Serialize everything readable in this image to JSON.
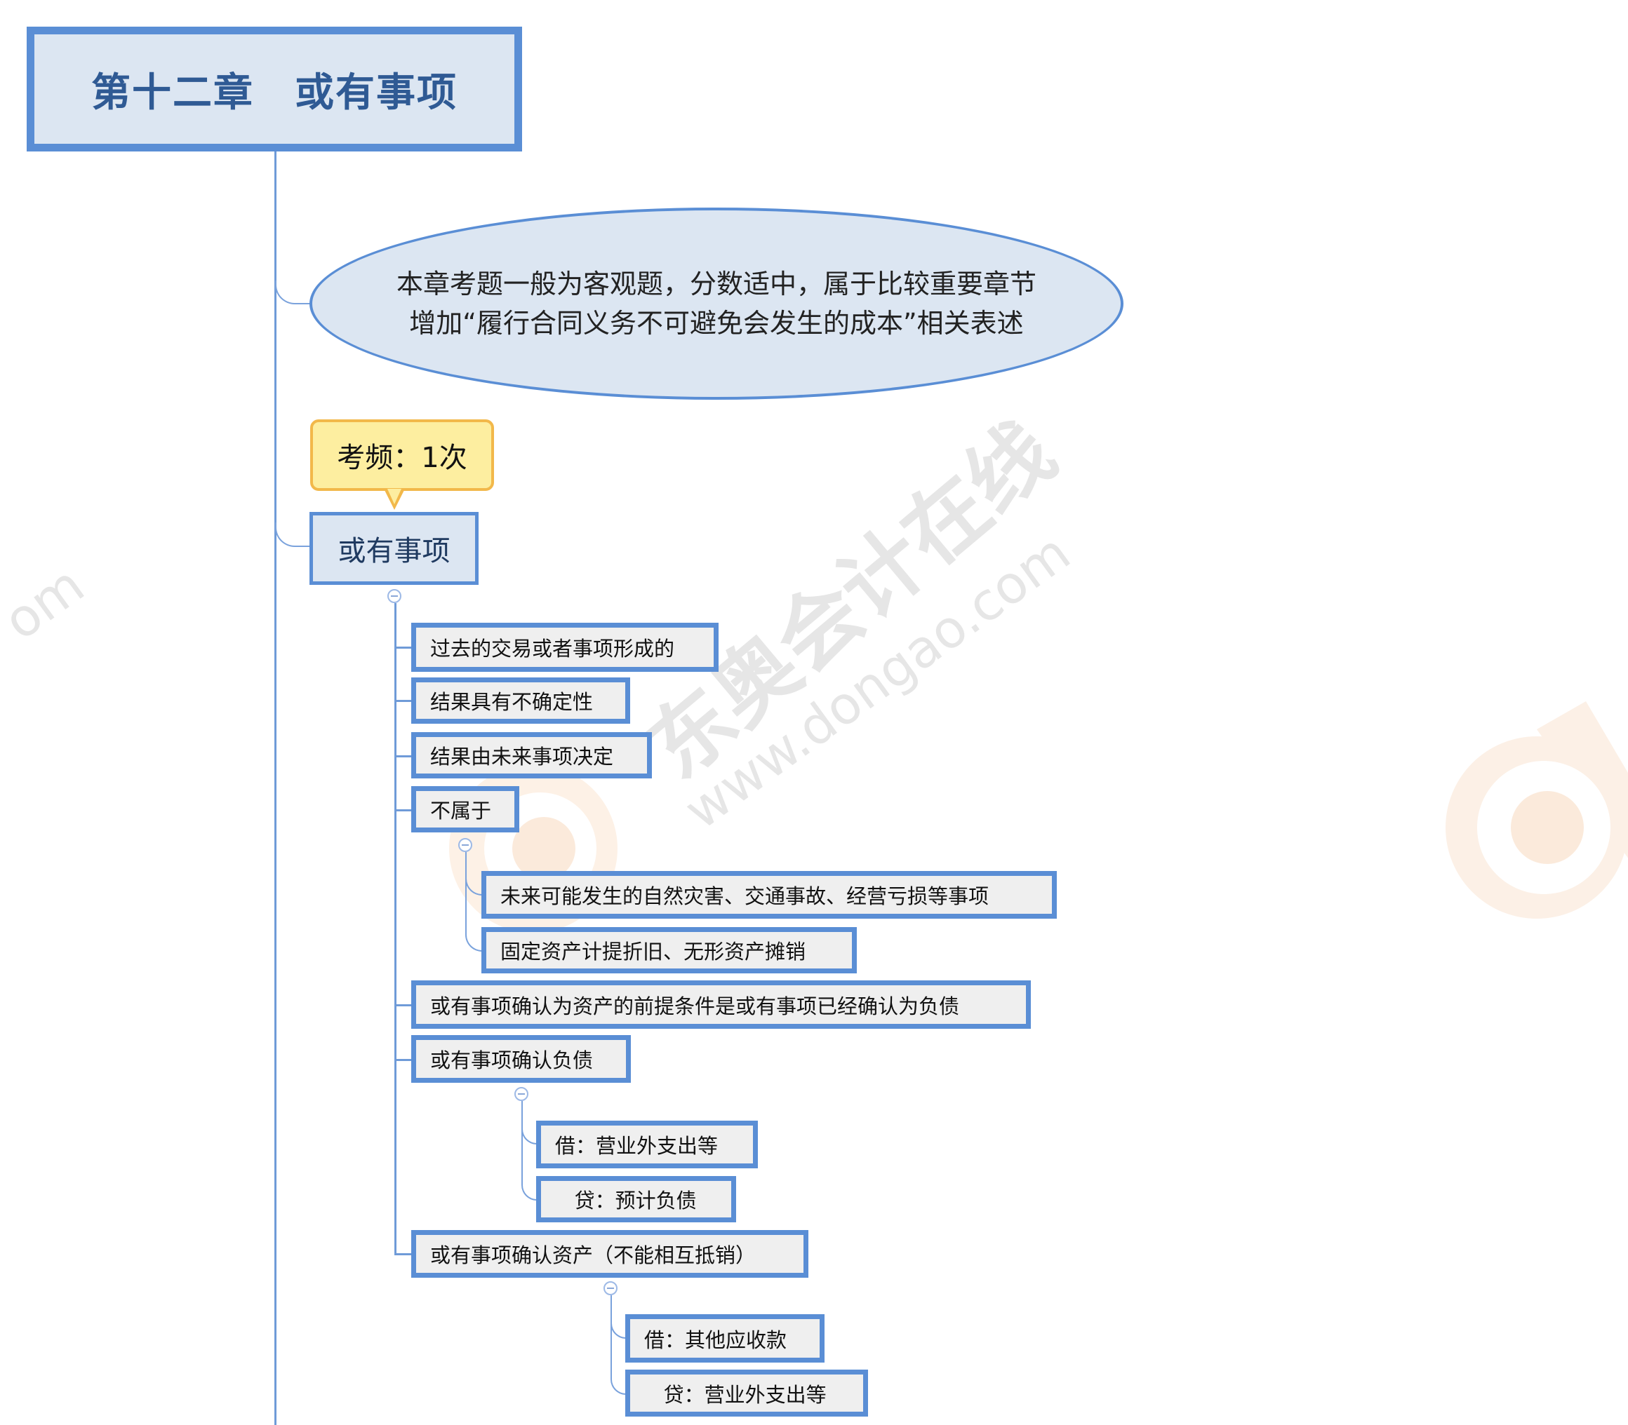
{
  "title": "第十二章　或有事项",
  "summary": {
    "lines": [
      "本章考题一般为客观题，分数适中，属于比较重要章节",
      "增加“履行合同义务不可避免会发生的成本”相关表述"
    ]
  },
  "callout": {
    "label": "考频：1次"
  },
  "main_topic": {
    "label": "或有事项"
  },
  "nodes": [
    {
      "label": "过去的交易或者事项形成的"
    },
    {
      "label": "结果具有不确定性"
    },
    {
      "label": "结果由未来事项决定"
    },
    {
      "label": "不属于",
      "children": [
        {
          "label": "未来可能发生的自然灾害、交通事故、经营亏损等事项"
        },
        {
          "label": "固定资产计提折旧、无形资产摊销"
        }
      ]
    },
    {
      "label": "或有事项确认为资产的前提条件是或有事项已经确认为负债"
    },
    {
      "label": "或有事项确认负债",
      "children": [
        {
          "label": "借：营业外支出等"
        },
        {
          "label": "   贷：预计负债"
        }
      ]
    },
    {
      "label": "或有事项确认资产（不能相互抵销）",
      "children": [
        {
          "label": "借：其他应收款"
        },
        {
          "label": "   贷：营业外支出等"
        }
      ]
    }
  ],
  "watermark": {
    "brand": "东奥会计在线",
    "url": "www.dongao.com",
    "url_partial_left": "om"
  },
  "colors": {
    "border_blue": "#5a8ed5",
    "topic_fill": "#dce6f2",
    "node_fill": "#efefef",
    "callout_fill": "#fdeea0",
    "callout_border": "#f2b84a",
    "title_text": "#2f5a94"
  }
}
